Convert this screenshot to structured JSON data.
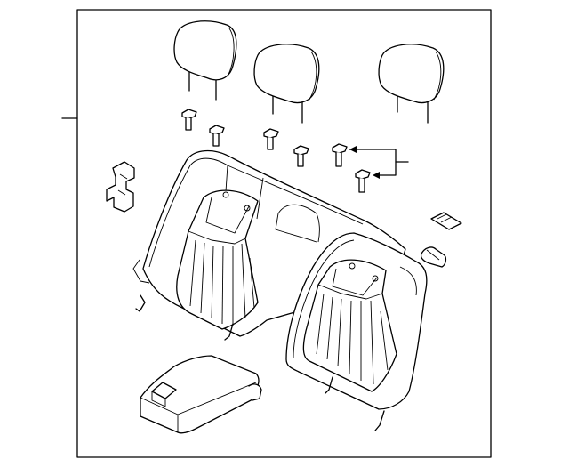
{
  "diagram": {
    "kind": "exploded parts diagram",
    "labels": [],
    "line_color": "#000000",
    "background": "#ffffff",
    "parts": [
      {
        "name": "headrest",
        "count": 3
      },
      {
        "name": "headrest-guide",
        "count": 6
      },
      {
        "name": "seat-back-left-section",
        "count": 1
      },
      {
        "name": "seat-back-right-section",
        "count": 1
      },
      {
        "name": "armrest",
        "count": 1
      },
      {
        "name": "hinge-bracket",
        "count": 1
      },
      {
        "name": "trim-cover",
        "count": 1
      },
      {
        "name": "label-plate",
        "count": 1
      }
    ]
  }
}
